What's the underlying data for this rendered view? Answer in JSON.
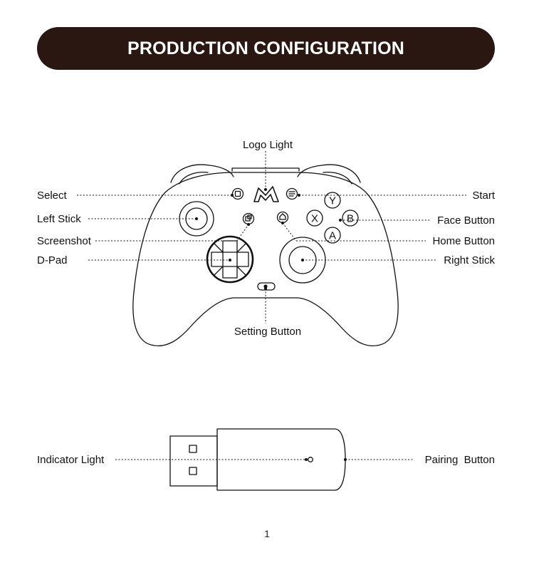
{
  "header": {
    "title": "PRODUCTION CONFIGURATION"
  },
  "controller": {
    "labels": {
      "logo_light": "Logo Light",
      "select": "Select",
      "left_stick": "Left Stick",
      "screenshot": "Screenshot",
      "d_pad": "D-Pad",
      "start": "Start",
      "face_button": "Face Button",
      "home_button": "Home Button",
      "right_stick": "Right Stick",
      "setting_button": "Setting Button"
    },
    "face_buttons": {
      "y": "Y",
      "x": "X",
      "b": "B",
      "a": "A"
    }
  },
  "dongle": {
    "labels": {
      "indicator_light": "Indicator Light",
      "pairing_button": "Pairing  Button"
    }
  },
  "footer": {
    "page_number": "1"
  },
  "colors": {
    "banner_bg": "#2a1712",
    "banner_text": "#ffffff",
    "line": "#111111"
  }
}
